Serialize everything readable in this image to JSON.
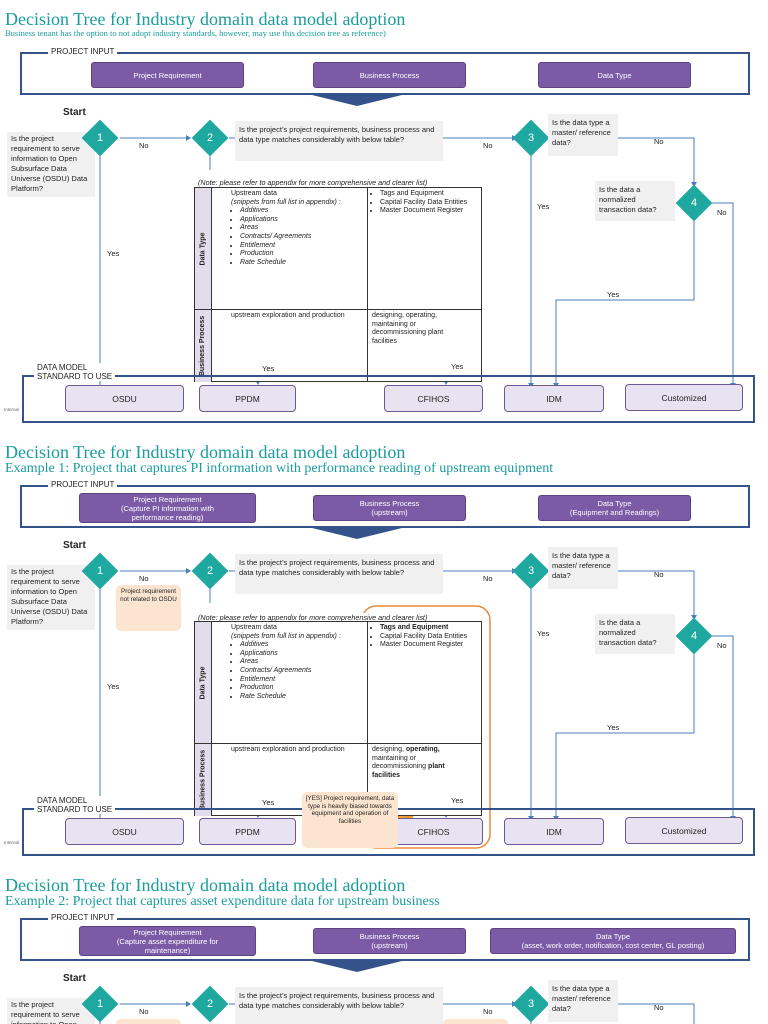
{
  "common": {
    "frame_input_label": "PROJECT INPUT",
    "frame_output_label_1": "DATA MODEL",
    "frame_output_label_2": "STANDARD TO USE",
    "start": "Start",
    "q1": "Is the project requirement to serve information to Open Subsurface Data Universe (OSDU) Data Platform?",
    "q2": "Is the project’s project requirements, business process and data type matches considerably with below table?",
    "q3": "Is the data type a master/ reference data?",
    "q4": "Is the data a normalized transaction data?",
    "no": "No",
    "yes": "Yes",
    "note": "(Note: please refer to appendix for more comprehensive and clearer list)",
    "d1": "1",
    "d2": "2",
    "d3": "3",
    "d4": "4",
    "row_data_type": "Data Type",
    "row_business_process": "Business Process",
    "upstream_data_title": "Upstream data",
    "upstream_data_sub": "(snippets from full list in appendix) :",
    "upstream_items": [
      "Additives",
      "Applications",
      "Areas",
      "Contracts/ Agreements",
      "Entitlement",
      "Production",
      "Rate Schedule"
    ],
    "facility_items": [
      "Tags and Equipment",
      "Capital Facility Data Entities",
      "Master Document Register"
    ],
    "bp_left": "upstream exploration and production",
    "bp_right_1": "designing,",
    "bp_right_2": "operating,",
    "bp_right_3": "maintaining or decommissioning",
    "bp_right_4": "plant facilities",
    "options": [
      "OSDU",
      "PPDM",
      "CFIHOS",
      "IDM",
      "Customized"
    ],
    "internal": "Internal"
  },
  "slide1": {
    "title": "Decision Tree for Industry domain data model adoption",
    "subtitle": "Business tenant has the option to not adopt industry standards, however, may use this decision tree as  reference)",
    "pills": [
      "Project Requirement",
      "Business Process",
      "Data Type"
    ]
  },
  "slide2": {
    "title": "Decision Tree for Industry domain data model adoption",
    "subtitle": "Example 1: Project that captures PI information with performance reading of upstream equipment",
    "pills": [
      [
        "Project Requirement",
        "(Capture PI information with",
        "performance reading)"
      ],
      [
        "Business Process",
        "(upstream)"
      ],
      [
        "Data Type",
        "(Equipment and Readings)"
      ]
    ],
    "callout_not_related": "Project requirement not related to OSDU",
    "callout_yes": "[YES] Project requirement, data type is heavily biased towards equipment and operation of facilities"
  },
  "slide3": {
    "title": "Decision Tree for Industry domain data model adoption",
    "subtitle": "Example 2: Project that captures asset expenditure data for upstream business",
    "pills": [
      [
        "Project Requirement",
        "(Capture asset expenditure for",
        "maintenance)"
      ],
      [
        "Business Process",
        "(upstream)"
      ],
      [
        "Data Type",
        "(asset, work order, notification, cost center, GL posting)"
      ]
    ]
  }
}
